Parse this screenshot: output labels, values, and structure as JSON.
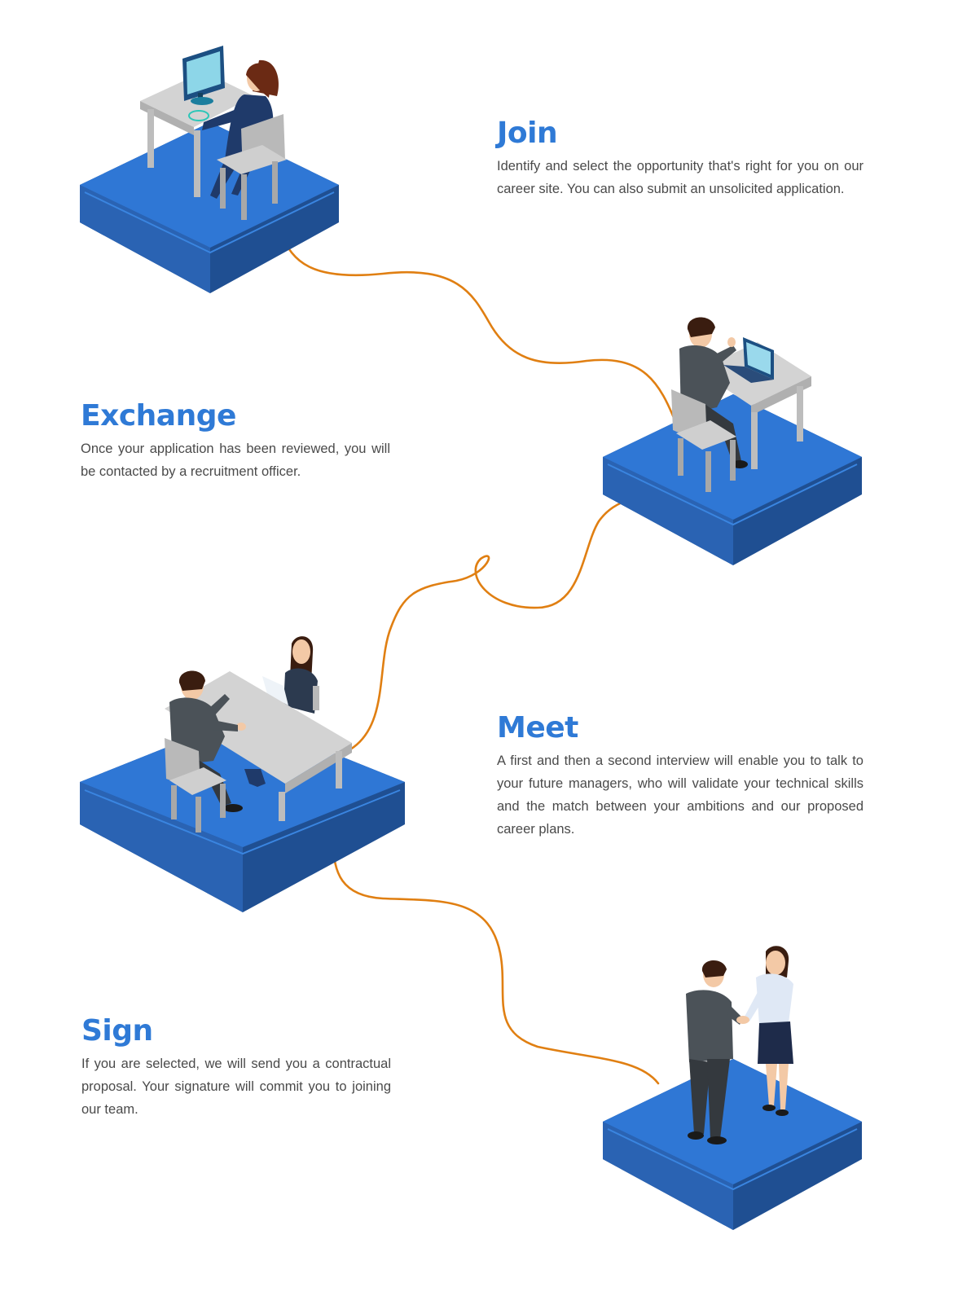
{
  "colors": {
    "heading": "#2f7ad6",
    "body_text": "#4a4a4a",
    "platform_top": "#2f77d5",
    "platform_side_left": "#2a63b3",
    "platform_side_right": "#1f4f92",
    "connector_line": "#e07f12"
  },
  "steps": [
    {
      "title": "Join",
      "text": "Identify and select the opportunity that's right for you on our career site. You can also submit an unsolicited application.",
      "illustration": "woman-at-computer-desk"
    },
    {
      "title": "Exchange",
      "text": "Once your application has been reviewed, you will be contacted by a recruitment officer.",
      "illustration": "man-on-video-call-laptop"
    },
    {
      "title": "Meet",
      "text": "A first and then a second interview will enable you to talk to your future managers, who will validate your technical skills and the match between your ambitions and our proposed career plans.",
      "illustration": "interview-at-table"
    },
    {
      "title": "Sign",
      "text": "If you are selected, we will send you a contractual proposal. Your signature will commit you to joining our team.",
      "illustration": "handshake"
    }
  ]
}
